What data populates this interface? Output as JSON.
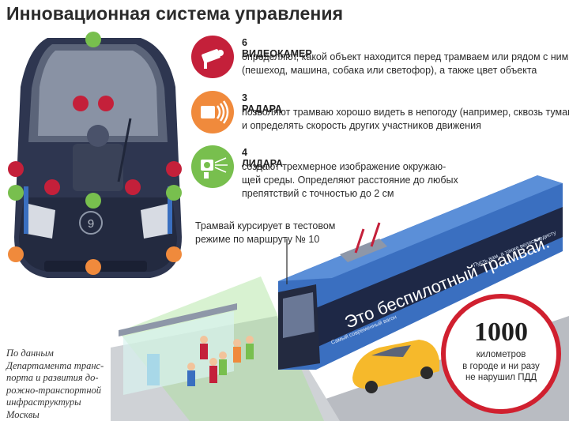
{
  "title": "Инновационная система управления",
  "features": [
    {
      "heading": "6 ВИДЕОКАМЕР",
      "lines": [
        "определяют, какой объект находится перед трамваем или рядом с ним",
        "(пешеход, машина, собака или светофор), а также цвет объекта"
      ],
      "color": "#c4203a",
      "icon": "camera-icon"
    },
    {
      "heading": "3 РАДАРА",
      "lines": [
        "позволяют трамваю хорошо видеть в непогоду (например, сквозь туман)",
        "и определять скорость других участников движения"
      ],
      "color": "#f08a3c",
      "icon": "radar-icon"
    },
    {
      "heading": "4 ЛИДАРА",
      "lines": [
        "создают трехмерное изображение окружаю-",
        "щей среды. Определяют расстояние до любых",
        "препятствий с точностью до 2 см"
      ],
      "color": "#78bf4e",
      "icon": "lidar-icon"
    }
  ],
  "route_note": [
    "Трамвай курсирует в тестовом",
    "режиме по маршруту № 10"
  ],
  "tram_side_text": "Это беспилотный трамвай.",
  "tram_roof_text": "Пусть вам, а также велосипедисту",
  "tram_window_text": "Самый современный вагон",
  "tram_logo": "9",
  "stat": {
    "value": "1000",
    "caption": [
      "километров",
      "в городе и ни разу",
      "не нарушил ПДД"
    ]
  },
  "source": [
    "По данным",
    "Департамента транс-",
    "порта и развития до-",
    "рожно-транспортной",
    "инфраструктуры",
    "Москвы"
  ],
  "colors": {
    "red": "#c4203a",
    "orange": "#f08a3c",
    "green": "#78bf4e",
    "tram_blue": "#3a6fc0",
    "tram_dark": "#1e2846"
  }
}
